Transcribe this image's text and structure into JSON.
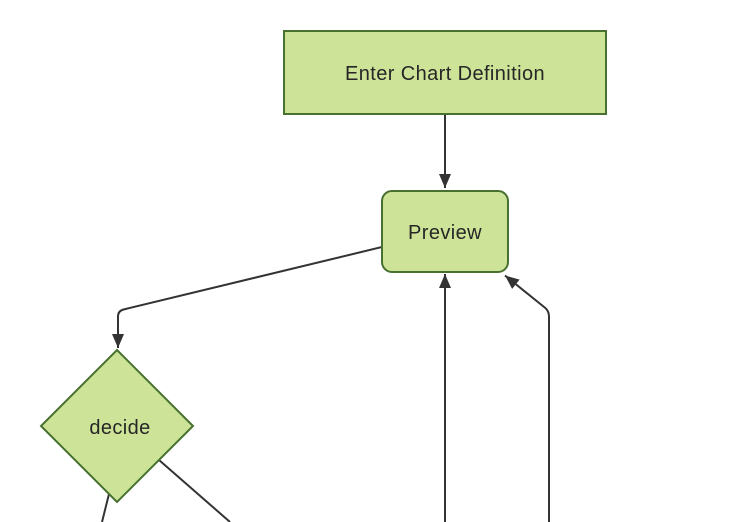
{
  "diagram": {
    "type": "flowchart",
    "direction": "top-down",
    "colors": {
      "background": "#ffffff",
      "node_fill": "#cde498",
      "node_border": "#48702e",
      "edge": "#333333",
      "text": "#262626"
    },
    "nodes": [
      {
        "id": "enter-chart-definition",
        "label": "Enter Chart Definition",
        "shape": "rectangle"
      },
      {
        "id": "preview",
        "label": "Preview",
        "shape": "rounded-rectangle"
      },
      {
        "id": "decide",
        "label": "decide",
        "shape": "diamond"
      }
    ],
    "edges": [
      {
        "from": "enter-chart-definition",
        "to": "preview",
        "arrowhead": true
      },
      {
        "from": "preview",
        "to": "decide",
        "arrowhead": true
      },
      {
        "from": "offscreen-bottom-center",
        "to": "preview",
        "arrowhead": true
      },
      {
        "from": "offscreen-bottom-right",
        "to": "preview",
        "arrowhead": true
      },
      {
        "from": "decide",
        "to": "offscreen-bottom-left",
        "arrowhead": false
      },
      {
        "from": "decide",
        "to": "offscreen-bottom-right",
        "arrowhead": false
      }
    ]
  }
}
